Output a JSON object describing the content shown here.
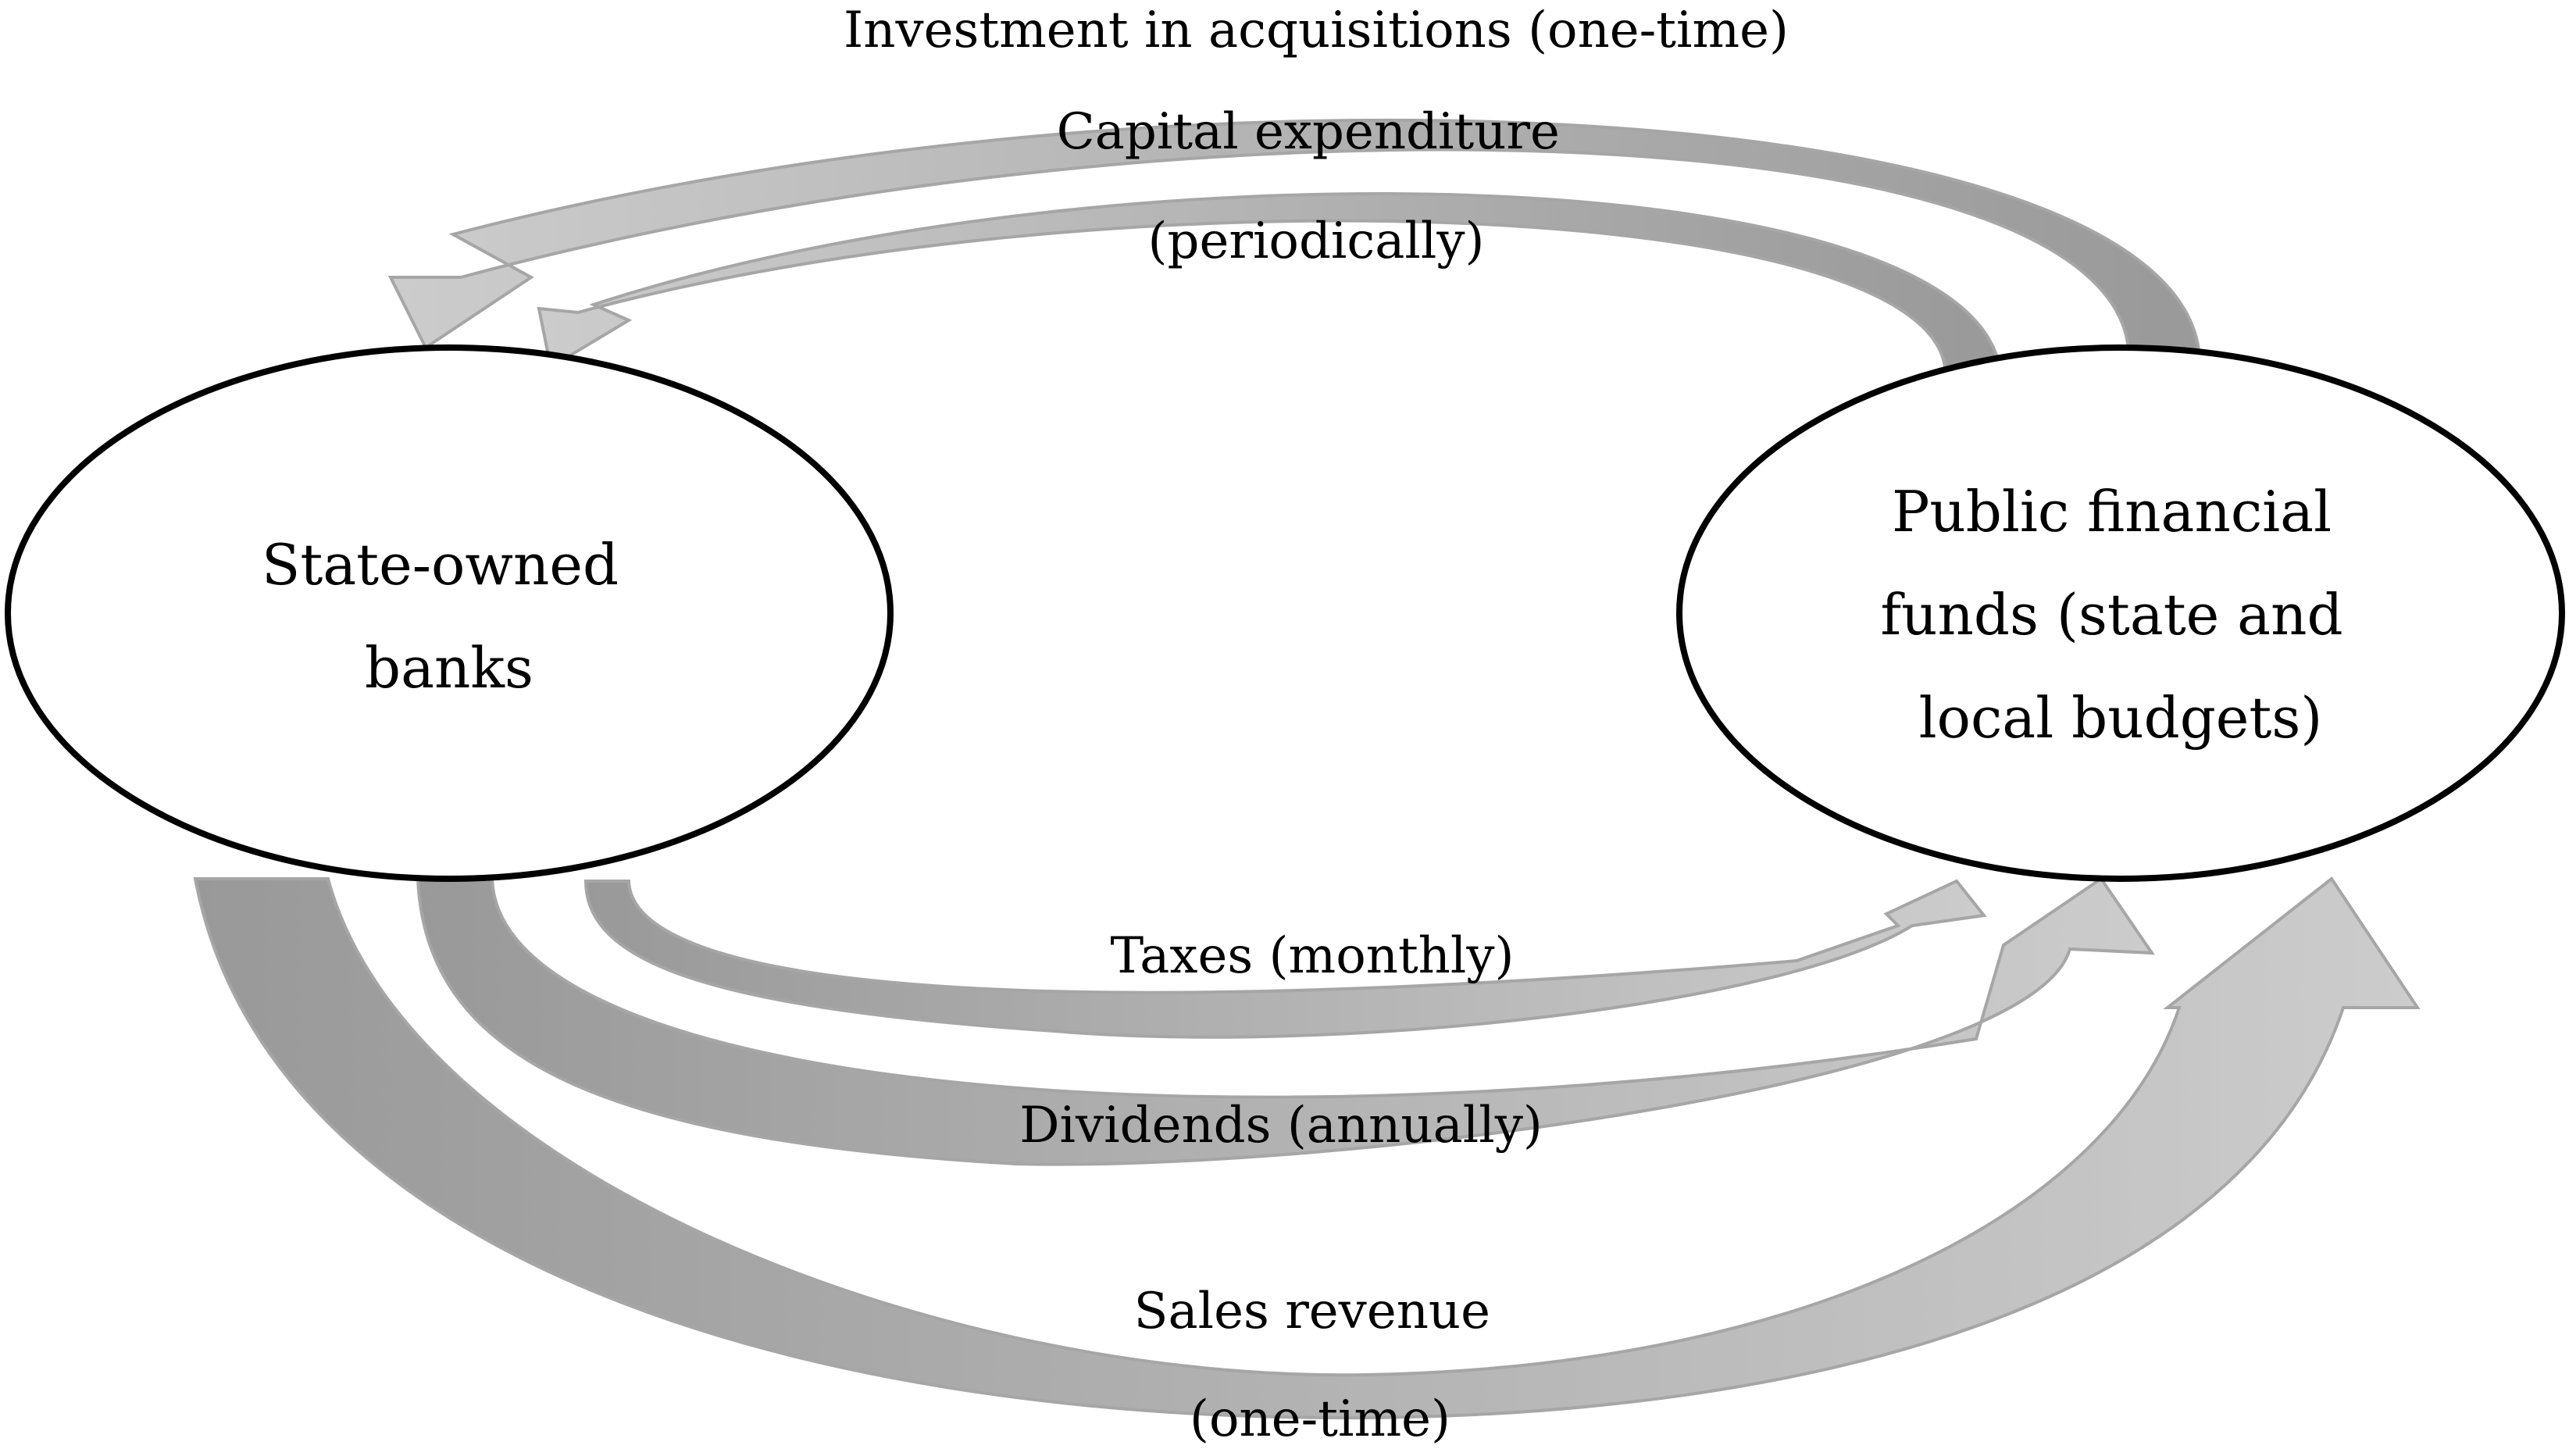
{
  "nodes": {
    "banks": {
      "lines": [
        "State-owned",
        "banks"
      ]
    },
    "funds": {
      "lines": [
        "Public financial",
        "funds (state and",
        "local budgets)"
      ]
    }
  },
  "flows": {
    "acquisitions": {
      "lines": [
        "Investment in acquisitions (one-time)"
      ]
    },
    "capex": {
      "lines": [
        "Capital expenditure",
        "(periodically)"
      ]
    },
    "taxes": {
      "lines": [
        "Taxes (monthly)"
      ]
    },
    "dividends": {
      "lines": [
        "Dividends (annually)"
      ]
    },
    "sales": {
      "lines": [
        "Sales revenue",
        "(one-time)"
      ]
    }
  },
  "colors": {
    "arrow_dark": "#999999",
    "arrow_light": "#cccccc",
    "arrow_stroke": "#a6a6a6",
    "outline": "#000000"
  }
}
